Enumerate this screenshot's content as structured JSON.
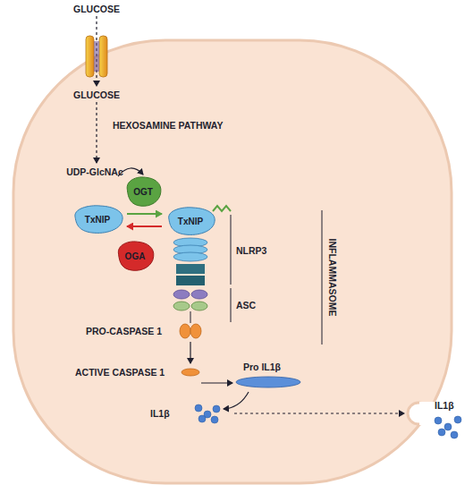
{
  "diagram": {
    "nodes": [
      {
        "text": [
          "OGT"
        ]
      },
      {
        "text": [
          "TxNIP"
        ]
      },
      {
        "text": [
          "TxNIP"
        ]
      },
      {
        "text": [
          "OGA"
        ]
      }
    ],
    "edges": [
      {
        "from": 1,
        "to": 2,
        "arrow": "to"
      },
      {
        "from": 2,
        "to": 1,
        "arrow": "to"
      }
    ],
    "labels": [
      "GLUCOSE",
      "GLUCOSE",
      "HEXOSAMINE PATHWAY",
      "UDP-GlcNAc",
      "NLRP3",
      "ASC",
      "INFLAMMASOME",
      "PRO-CASPASE 1",
      "ACTIVE CASPASE 1",
      "Pro IL1β",
      "IL1β",
      "IL1β"
    ]
  }
}
